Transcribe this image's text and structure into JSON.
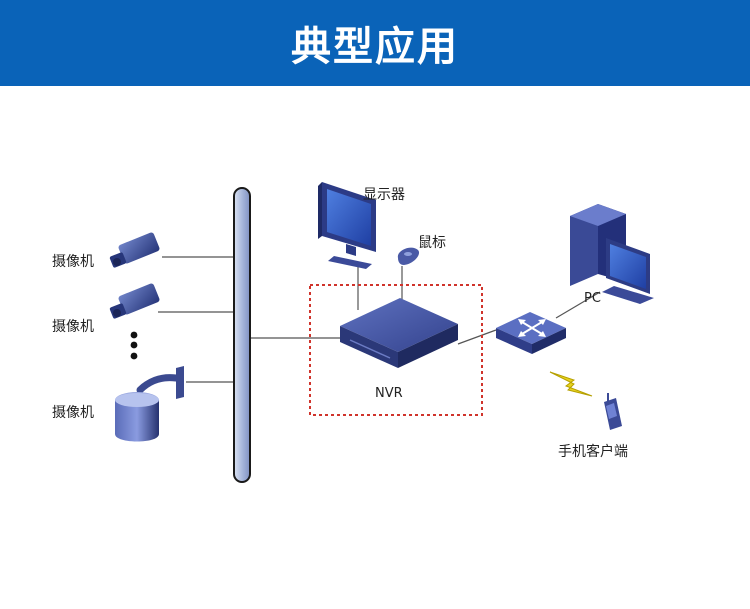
{
  "header": {
    "title": "典型应用"
  },
  "diagram": {
    "camera_labels": [
      "摄像机",
      "摄像机",
      "摄像机"
    ],
    "monitor_label": "显示器",
    "mouse_label": "鼠标",
    "nvr_label": "NVR",
    "pc_label": "PC",
    "mobile_label": "手机客户端"
  },
  "colors": {
    "banner": "#0a63b8",
    "device_blue": "#3b4f9a",
    "bus": "#b9c6e2",
    "dashed_box": "#d0342c",
    "lightning": "#e8d31f"
  }
}
